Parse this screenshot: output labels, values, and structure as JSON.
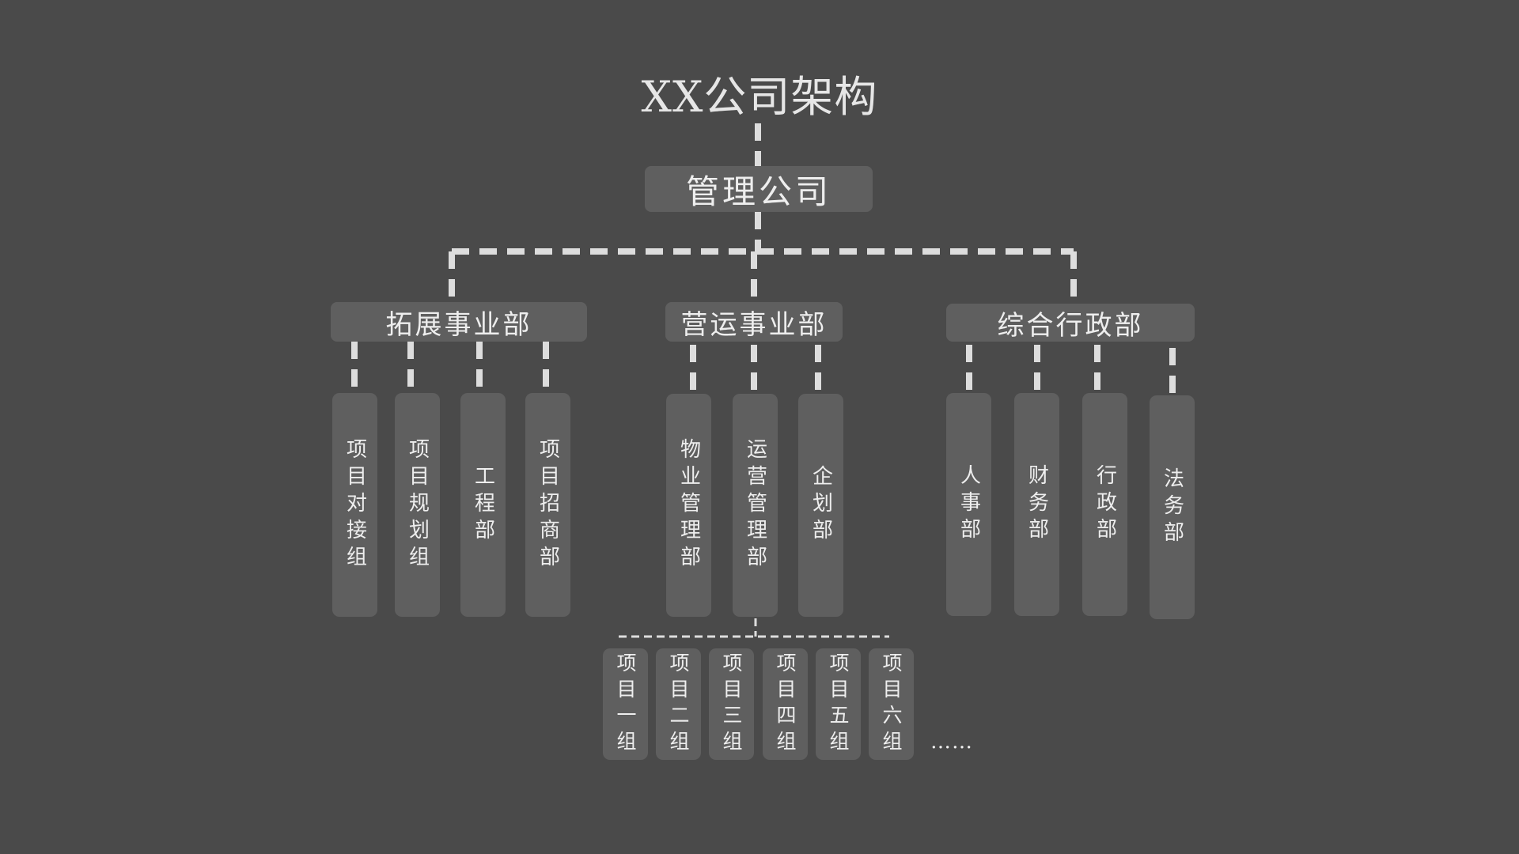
{
  "title": "XX公司架构",
  "root": {
    "label": "管理公司"
  },
  "departments": [
    {
      "label": "拓展事业部",
      "children": [
        "项目对接组",
        "项目规划组",
        "工程部",
        "项目招商部"
      ]
    },
    {
      "label": "营运事业部",
      "children": [
        "物业管理部",
        "运营管理部",
        "企划部"
      ]
    },
    {
      "label": "综合行政部",
      "children": [
        "人事部",
        "财务部",
        "行政部",
        "法务部"
      ]
    }
  ],
  "project_groups": [
    "项目一组",
    "项目二组",
    "项目三组",
    "项目四组",
    "项目五组",
    "项目六组"
  ],
  "ellipsis": "……",
  "colors": {
    "background": "#4a4a4a",
    "box": "#5f5f5f",
    "connector": "#dddddd",
    "text": "#eeeeee"
  }
}
